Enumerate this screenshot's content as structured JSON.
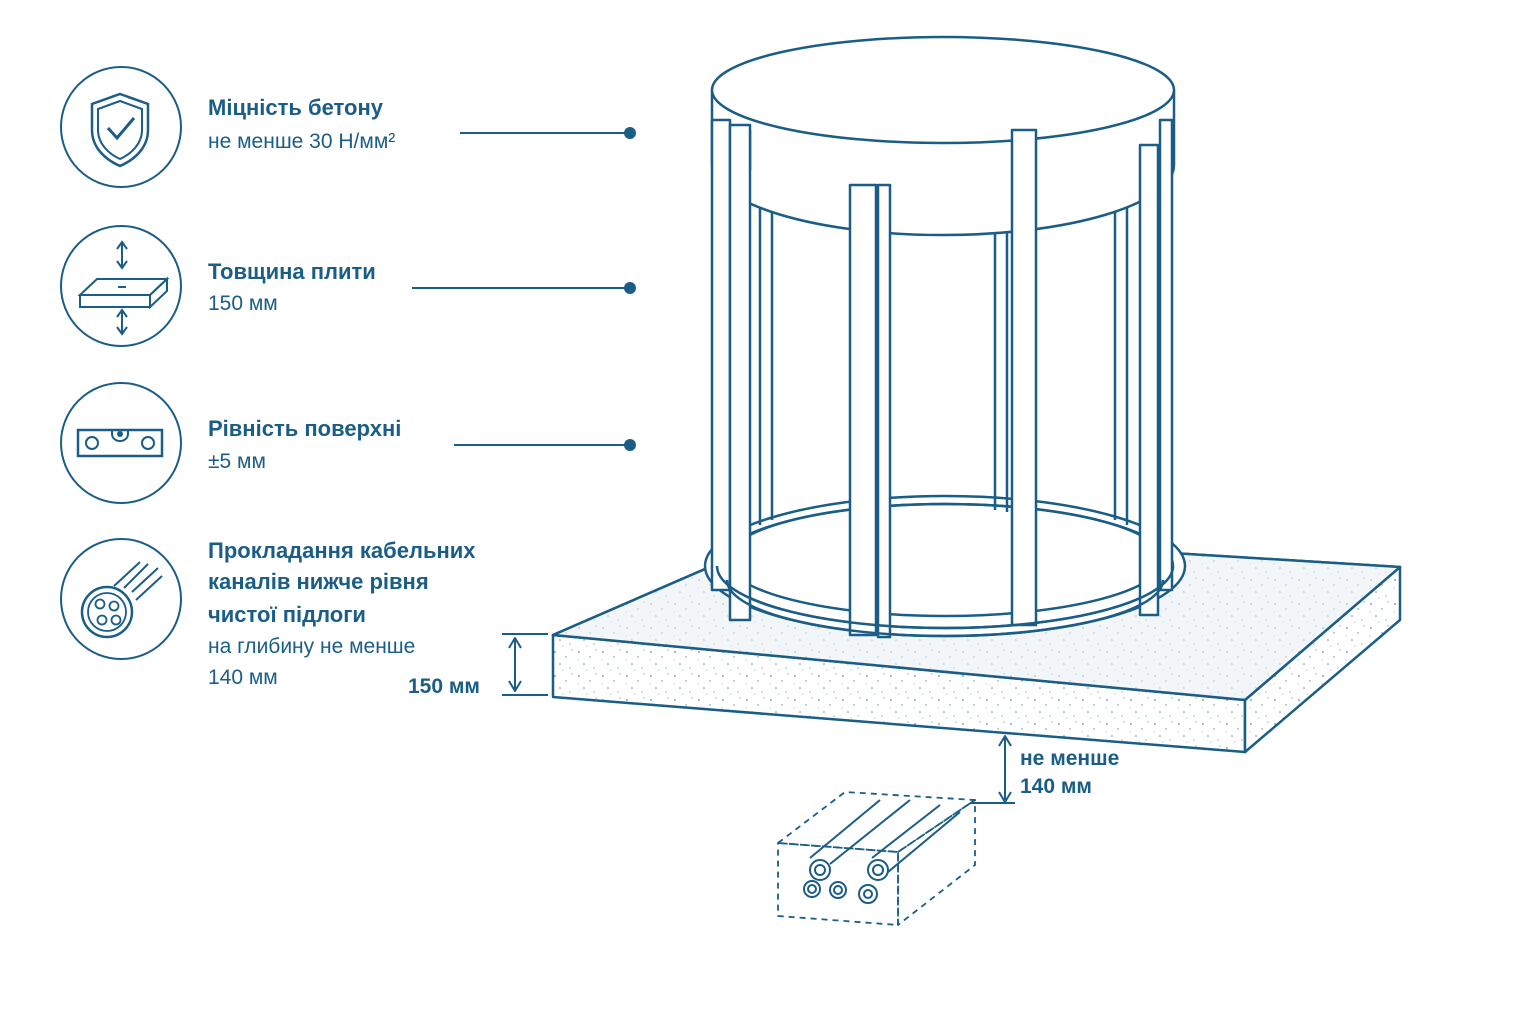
{
  "specs": {
    "strength": {
      "title": "Міцність бетону",
      "value": "не менше 30 Н/мм²",
      "icon": "shield-check-icon"
    },
    "thickness": {
      "title": "Товщина плити",
      "value": "150 мм",
      "icon": "slab-thickness-icon"
    },
    "flatness": {
      "title": "Рівність поверхні",
      "value": "±5 мм",
      "icon": "spirit-level-icon"
    },
    "cables": {
      "title_line1": "Прокладання кабельних",
      "title_line2": "каналів нижче рівня",
      "title_line3": "чистої підлоги",
      "value_line1": "на глибину не менше",
      "value_line2": "140 мм",
      "icon": "cable-conduit-icon"
    }
  },
  "dimensions": {
    "slab_thickness": "150 мм",
    "depth_line1": "не менше",
    "depth_line2": "140 мм"
  },
  "colors": {
    "accent": "#1a5d86",
    "background": "#ffffff"
  }
}
